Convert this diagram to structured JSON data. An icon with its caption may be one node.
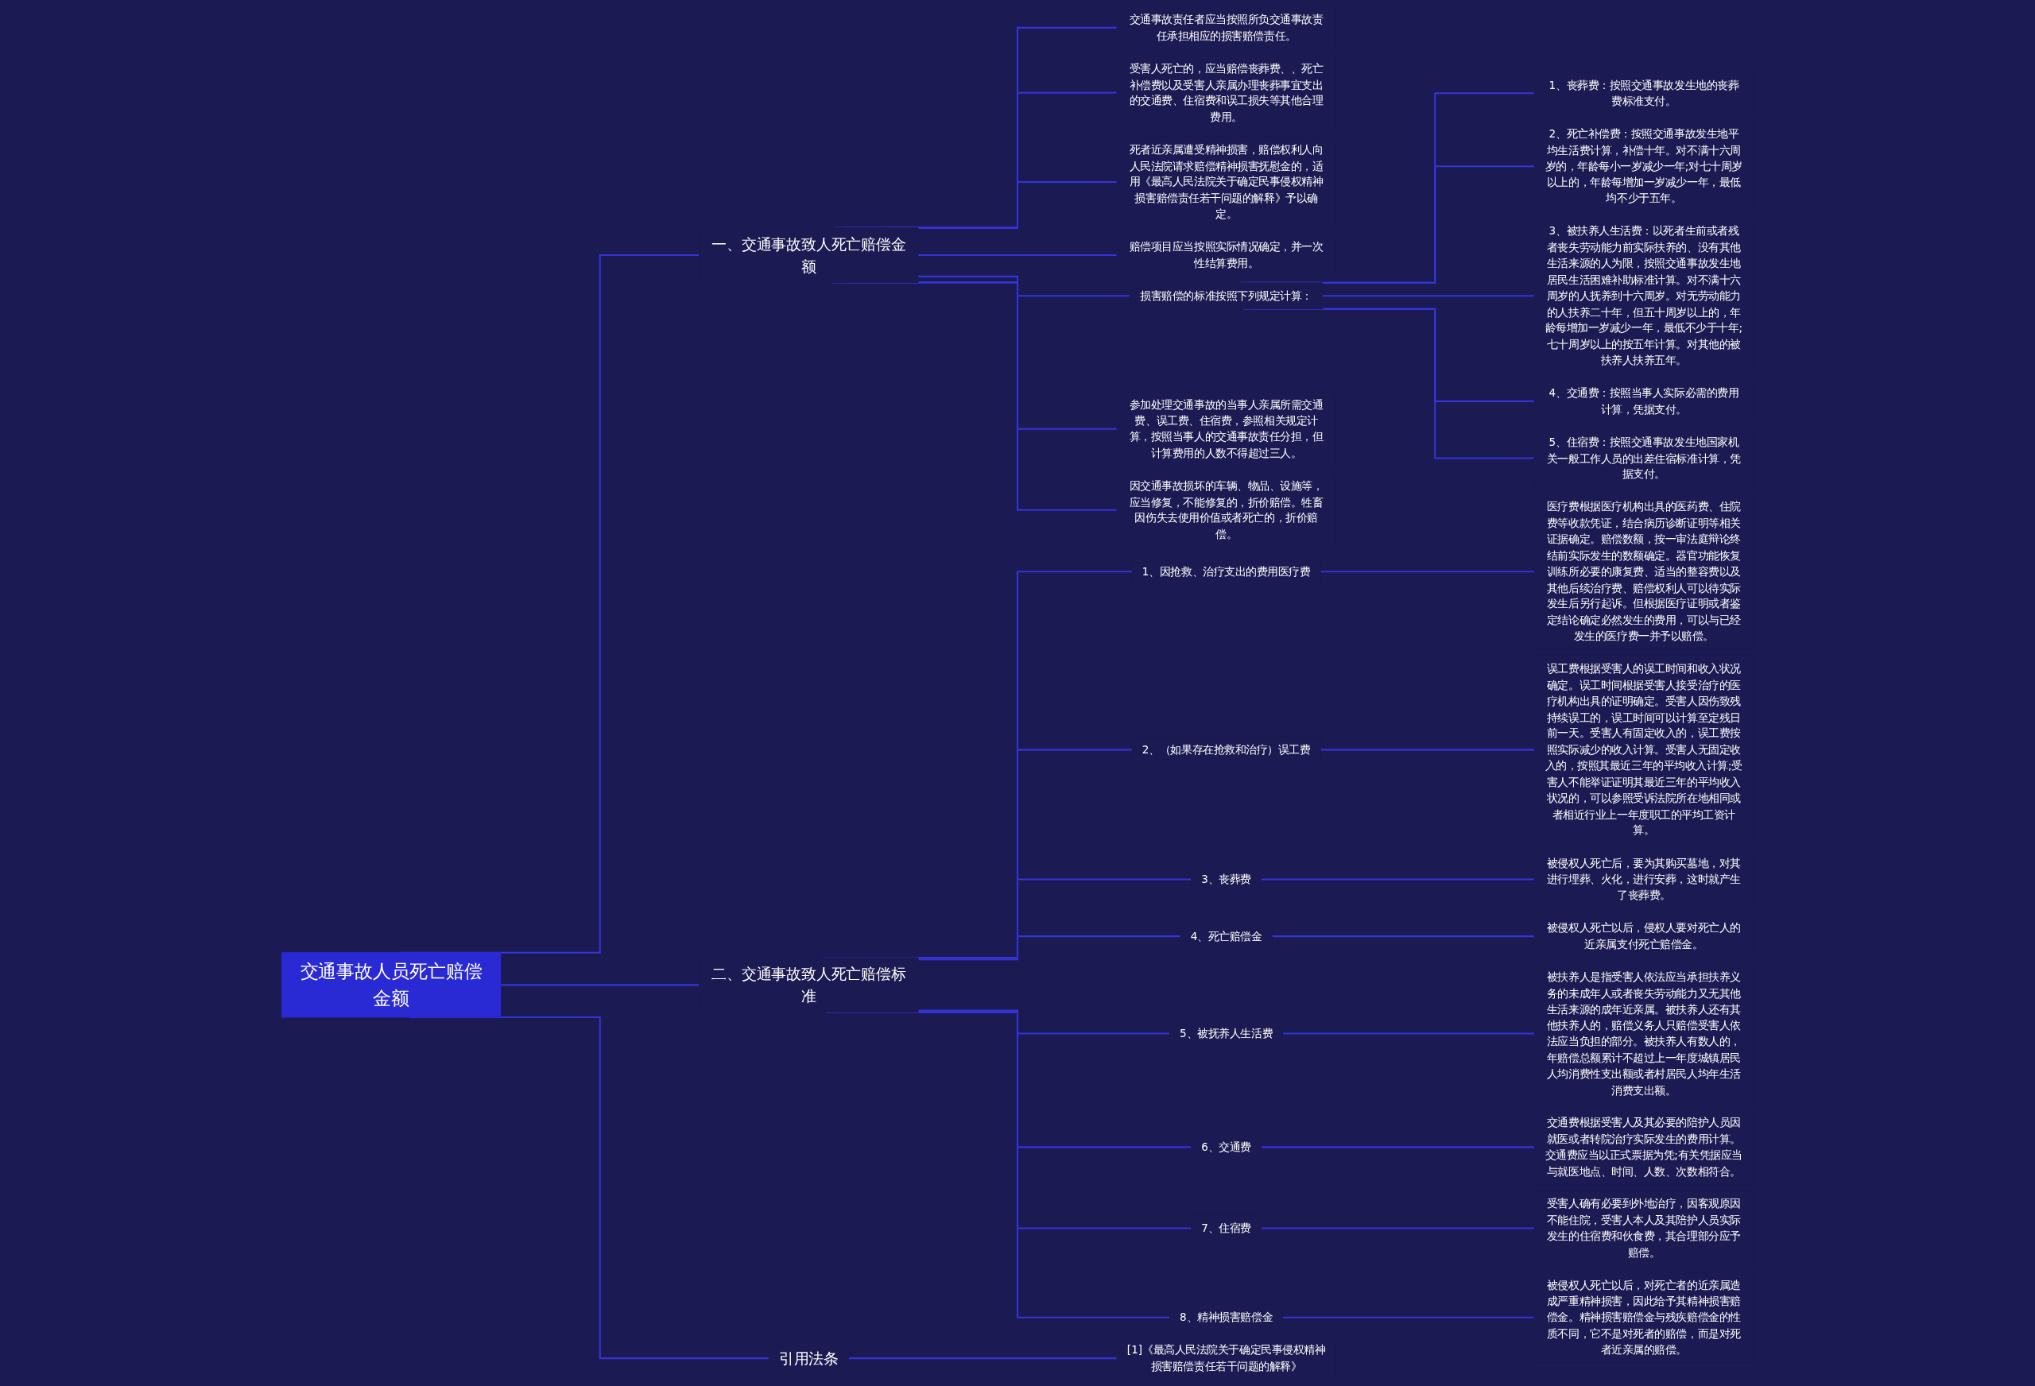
{
  "diagram": {
    "nodes": [
      {
        "text": [
          "交通事故人员死亡赔偿金额"
        ]
      },
      {
        "text": [
          "一、交通事故致人死亡赔偿金额"
        ]
      },
      {
        "text": [
          "交通事故责任者应当按照所负交通事故责任承担相应的损害赔偿责任。"
        ]
      },
      {
        "text": [
          "受害人死亡的，应当赔偿丧葬费、、死亡补偿费以及受害人亲属办理丧葬事宜支出的交通费、住宿费和误工损失等其他合理费用。"
        ]
      },
      {
        "text": [
          "死者近亲属遭受精神损害，赔偿权利人向人民法院请求赔偿精神损害抚慰金的，适用《最高人民法院关于确定民事侵权精神损害赔偿责任若干问题的解释》予以确定。"
        ]
      },
      {
        "text": [
          "赔偿项目应当按照实际情况确定，并一次性结算费用。"
        ]
      },
      {
        "text": [
          "损害赔偿的标准按照下列规定计算："
        ]
      },
      {
        "text": [
          "1、丧葬费：按照交通事故发生地的丧葬费标准支付。"
        ]
      },
      {
        "text": [
          "2、死亡补偿费：按照交通事故发生地平均生活费计算，补偿十年。对不满十六周岁的，年龄每小一岁减少一年;对七十周岁以上的，年龄每增加一岁减少一年，最低均不少于五年。"
        ]
      },
      {
        "text": [
          "3、被扶养人生活费：以死者生前或者残者丧失劳动能力前实际扶养的、没有其他生活来源的人为限，按照交通事故发生地居民生活困难补助标准计算。对不满十六周岁的人抚养到十六周岁。对无劳动能力的人扶养二十年，但五十周岁以上的，年龄每增加一岁减少一年，最低不少于十年;七十周岁以上的按五年计算。对其他的被扶养人扶养五年。"
        ]
      },
      {
        "text": [
          "4、交通费：按照当事人实际必需的费用计算，凭据支付。"
        ]
      },
      {
        "text": [
          "5、住宿费：按照交通事故发生地国家机关一般工作人员的出差住宿标准计算，凭据支付。"
        ]
      },
      {
        "text": [
          "参加处理交通事故的当事人亲属所需交通费、误工费、住宿费，参照相关规定计算，按照当事人的交通事故责任分担，但计算费用的人数不得超过三人。"
        ]
      },
      {
        "text": [
          "因交通事故损坏的车辆、物品、设施等，应当修复，不能修复的，折价赔偿。牲畜因伤失去使用价值或者死亡的，折价赔偿。"
        ]
      },
      {
        "text": [
          "二、交通事故致人死亡赔偿标准"
        ]
      },
      {
        "text": [
          "1、因抢救、治疗支出的费用医疗费"
        ]
      },
      {
        "text": [
          "医疗费根据医疗机构出具的医药费、住院费等收款凭证，结合病历诊断证明等相关证据确定。赔偿数额，按一审法庭辩论终结前实际发生的数额确定。器官功能恢复训练所必要的康复费、适当的整容费以及其他后续治疗费、赔偿权利人可以待实际发生后另行起诉。但根据医疗证明或者鉴定结论确定必然发生的费用，可以与已经发生的医疗费一并予以赔偿。"
        ]
      },
      {
        "text": [
          "2、（如果存在抢救和治疗）误工费"
        ]
      },
      {
        "text": [
          "误工费根据受害人的误工时间和收入状况确定。误工时间根据受害人接受治疗的医疗机构出具的证明确定。受害人因伤致残持续误工的，误工时间可以计算至定残日前一天。受害人有固定收入的，误工费按照实际减少的收入计算。受害人无固定收入的，按照其最近三年的平均收入计算;受害人不能举证证明其最近三年的平均收入状况的，可以参照受诉法院所在地相同或者相近行业上一年度职工的平均工资计算。"
        ]
      },
      {
        "text": [
          "3、丧葬费"
        ]
      },
      {
        "text": [
          "被侵权人死亡后，要为其购买墓地，对其进行埋葬、火化，进行安葬，这时就产生了丧葬费。"
        ]
      },
      {
        "text": [
          "4、死亡赔偿金"
        ]
      },
      {
        "text": [
          "被侵权人死亡以后，侵权人要对死亡人的近亲属支付死亡赔偿金。"
        ]
      },
      {
        "text": [
          "5、被抚养人生活费"
        ]
      },
      {
        "text": [
          "被扶养人是指受害人依法应当承担扶养义务的未成年人或者丧失劳动能力又无其他生活来源的成年近亲属。被扶养人还有其他扶养人的，赔偿义务人只赔偿受害人依法应当负担的部分。被扶养人有数人的，年赔偿总额累计不超过上一年度城镇居民人均消费性支出额或者村居民人均年生活消费支出额。"
        ]
      },
      {
        "text": [
          "6、交通费"
        ]
      },
      {
        "text": [
          "交通费根据受害人及其必要的陪护人员因就医或者转院治疗实际发生的费用计算。交通费应当以正式票据为凭;有关凭据应当与就医地点、时间、人数、次数相符合。"
        ]
      },
      {
        "text": [
          "7、住宿费"
        ]
      },
      {
        "text": [
          "受害人确有必要到外地治疗，因客观原因不能住院，受害人本人及其陪护人员实际发生的住宿费和伙食费，其合理部分应予赔偿。"
        ]
      },
      {
        "text": [
          "8、精神损害赔偿金"
        ]
      },
      {
        "text": [
          "被侵权人死亡以后，对死亡者的近亲属造成严重精神损害，因此给予其精神损害赔偿金。精神损害赔偿金与残疾赔偿金的性质不同，它不是对死者的赔偿，而是对死者近亲属的赔偿。"
        ]
      },
      {
        "text": [
          "引用法条"
        ]
      },
      {
        "text": [
          "[1]《最高人民法院关于确定民事侵权精神损害赔偿责任若干问题的解释》"
        ]
      }
    ],
    "edges": [
      {
        "from": 0,
        "to": 1,
        "arrow": "none"
      },
      {
        "from": 1,
        "to": 2,
        "arrow": "none"
      },
      {
        "from": 1,
        "to": 3,
        "arrow": "none"
      },
      {
        "from": 1,
        "to": 4,
        "arrow": "none"
      },
      {
        "from": 1,
        "to": 5,
        "arrow": "none"
      },
      {
        "from": 1,
        "to": 6,
        "arrow": "none"
      },
      {
        "from": 6,
        "to": 7,
        "arrow": "none"
      },
      {
        "from": 6,
        "to": 8,
        "arrow": "none"
      },
      {
        "from": 6,
        "to": 9,
        "arrow": "none"
      },
      {
        "from": 6,
        "to": 10,
        "arrow": "none"
      },
      {
        "from": 6,
        "to": 11,
        "arrow": "none"
      },
      {
        "from": 1,
        "to": 12,
        "arrow": "none"
      },
      {
        "from": 1,
        "to": 13,
        "arrow": "none"
      },
      {
        "from": 0,
        "to": 14,
        "arrow": "none"
      },
      {
        "from": 14,
        "to": 15,
        "arrow": "none"
      },
      {
        "from": 15,
        "to": 16,
        "arrow": "none"
      },
      {
        "from": 14,
        "to": 17,
        "arrow": "none"
      },
      {
        "from": 17,
        "to": 18,
        "arrow": "none"
      },
      {
        "from": 14,
        "to": 19,
        "arrow": "none"
      },
      {
        "from": 19,
        "to": 20,
        "arrow": "none"
      },
      {
        "from": 14,
        "to": 21,
        "arrow": "none"
      },
      {
        "from": 21,
        "to": 22,
        "arrow": "none"
      },
      {
        "from": 14,
        "to": 23,
        "arrow": "none"
      },
      {
        "from": 23,
        "to": 24,
        "arrow": "none"
      },
      {
        "from": 14,
        "to": 25,
        "arrow": "none"
      },
      {
        "from": 25,
        "to": 26,
        "arrow": "none"
      },
      {
        "from": 14,
        "to": 27,
        "arrow": "none"
      },
      {
        "from": 27,
        "to": 28,
        "arrow": "none"
      },
      {
        "from": 14,
        "to": 29,
        "arrow": "none"
      },
      {
        "from": 29,
        "to": 30,
        "arrow": "none"
      },
      {
        "from": 0,
        "to": 31,
        "arrow": "none"
      },
      {
        "from": 31,
        "to": 32,
        "arrow": "none"
      }
    ]
  }
}
